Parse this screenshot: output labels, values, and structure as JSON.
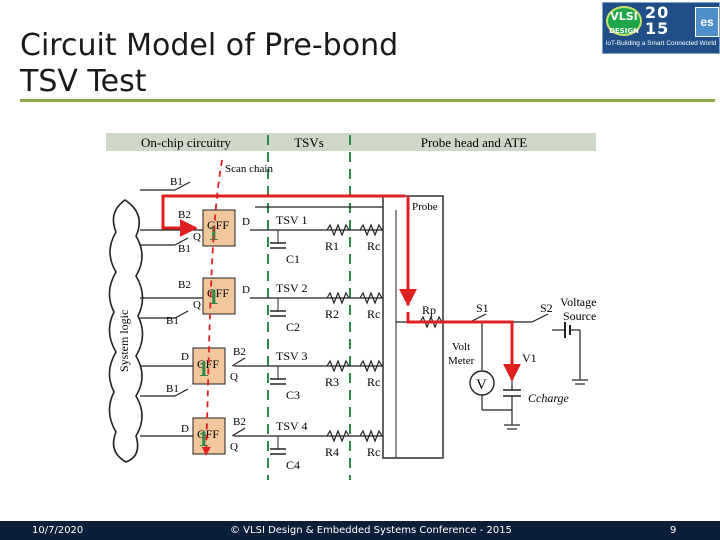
{
  "slide": {
    "title_line1": "Circuit Model of Pre-bond",
    "title_line2": "TSV Test"
  },
  "logo": {
    "brand_top": "VLSI",
    "brand_bottom": "DESIGN",
    "year_top": "20",
    "year_bottom": "15",
    "badge": "es",
    "tagline": "IoT-Building a Smart Connected World"
  },
  "diagram": {
    "headers": [
      "On-chip circuitry",
      "TSVs",
      "Probe head and ATE"
    ],
    "system_logic": "System logic",
    "scan_chain": "Scan chain",
    "probe": "Probe",
    "flipflop": "GFF",
    "d": "D",
    "q": "Q",
    "bit": "1",
    "b1": "B1",
    "b2": "B2",
    "tsvs": [
      "TSV 1",
      "TSV 2",
      "TSV 3",
      "TSV 4"
    ],
    "caps": [
      "C1",
      "C2",
      "C3",
      "C4"
    ],
    "resistors": [
      "R1",
      "R2",
      "R3",
      "R4"
    ],
    "rc": "Rc",
    "rp": "Rp",
    "s1": "S1",
    "s2": "S2",
    "volt_source": [
      "Voltage",
      "Source"
    ],
    "volt_meter": [
      "Volt",
      "Meter"
    ],
    "v1": "V1",
    "meter": "V",
    "ccharge": "Ccharge"
  },
  "footer": {
    "date": "10/7/2020",
    "conference": "© VLSI Design & Embedded Systems Conference - 2015",
    "page": "9"
  },
  "colors": {
    "accent_rule": "#8faa4a",
    "footer_bg": "#0b1f3a",
    "arrow_red": "#e02020",
    "tsv_green": "#2f8a4a",
    "ff_fill": "#f2c79c"
  }
}
